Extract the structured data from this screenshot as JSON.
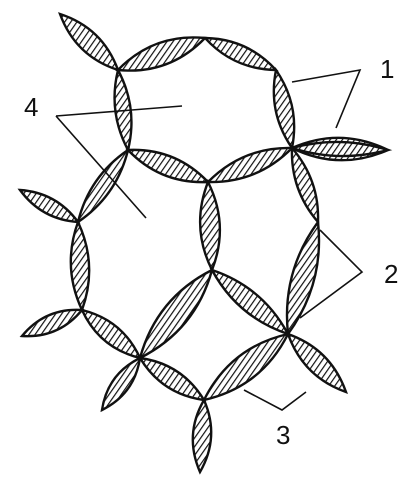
{
  "figure": {
    "description_labels": {
      "label_1": "1",
      "label_2": "2",
      "label_3": "3",
      "label_4": "4"
    }
  },
  "colors": {
    "ink": "#111111",
    "paper": "#ffffff"
  }
}
